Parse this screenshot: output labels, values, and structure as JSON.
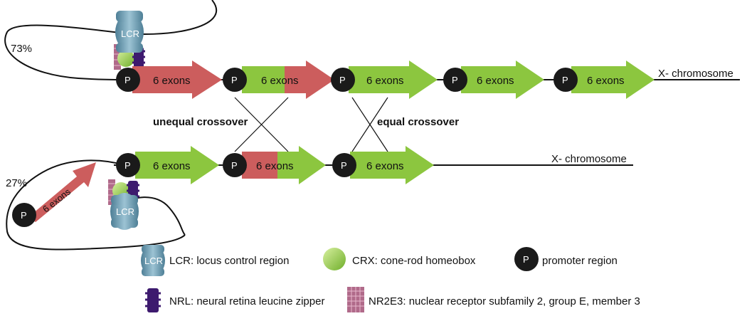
{
  "colors": {
    "red": "#cc5d5d",
    "green": "#8cc63f",
    "promoter": "#1a1a1a",
    "lcr": "#6e9fb5",
    "nrl": "#3d1a6e",
    "nr2e3": "#b06a8a",
    "crx": "#9fd04a"
  },
  "top_strand": {
    "percent": "73%",
    "chromosome_label": "X- chromosome",
    "lcr_label": "LCR",
    "promoter_label": "P",
    "genes": [
      {
        "label": "6 exons",
        "color": "red"
      },
      {
        "label": "6 exons",
        "color": "green-red"
      },
      {
        "label": "6 exons",
        "color": "green"
      },
      {
        "label": "6 exons",
        "color": "green"
      },
      {
        "label": "6 exons",
        "color": "green"
      }
    ]
  },
  "bottom_strand": {
    "percent": "27%",
    "chromosome_label": "X- chromosome",
    "lcr_label": "LCR",
    "promoter_label": "P",
    "genes": [
      {
        "label": "6 exons",
        "color": "red"
      },
      {
        "label": "6 exons",
        "color": "green"
      },
      {
        "label": "6 exons",
        "color": "red-green"
      },
      {
        "label": "6 exons",
        "color": "green"
      }
    ]
  },
  "crossovers": {
    "unequal": "unequal crossover",
    "equal": "equal crossover"
  },
  "legend": {
    "lcr_icon_label": "LCR",
    "lcr": "LCR: locus control region",
    "crx": "CRX: cone-rod homeobox",
    "promoter_icon_label": "P",
    "promoter": "promoter region",
    "nrl": "NRL: neural retina leucine zipper",
    "nr2e3": "NR2E3: nuclear receptor subfamily 2, group E, member 3"
  }
}
